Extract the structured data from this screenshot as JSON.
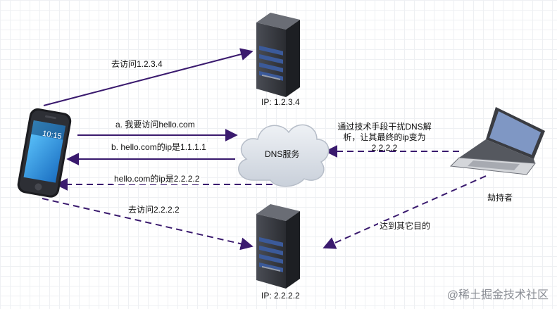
{
  "server_top": {
    "label": "IP: 1.2.3.4"
  },
  "server_bottom": {
    "label": "IP: 2.2.2.2"
  },
  "phone": {
    "clock": "10:15"
  },
  "dns": {
    "label": "DNS服务"
  },
  "attacker": {
    "label": "劫持者"
  },
  "arrows": {
    "visit_1234": "去访问1.2.3.4",
    "request": "a. 我要访问hello.com",
    "reply_real": "b. hello.com的ip是1.1.1.1",
    "reply_fake": "hello.com的ip是2.2.2.2",
    "visit_2222": "去访问2.2.2.2",
    "hijack_line1": "通过技术手段干扰DNS解",
    "hijack_line2": "析，让其最终的ip变为",
    "hijack_line3": "2.2.2.2",
    "reach_other": "达到其它目的"
  },
  "watermark": "@稀土掘金技术社区",
  "colors": {
    "arrow": "#3a1a6e",
    "cloud": "#d7dde6",
    "server": "#2f3138"
  }
}
